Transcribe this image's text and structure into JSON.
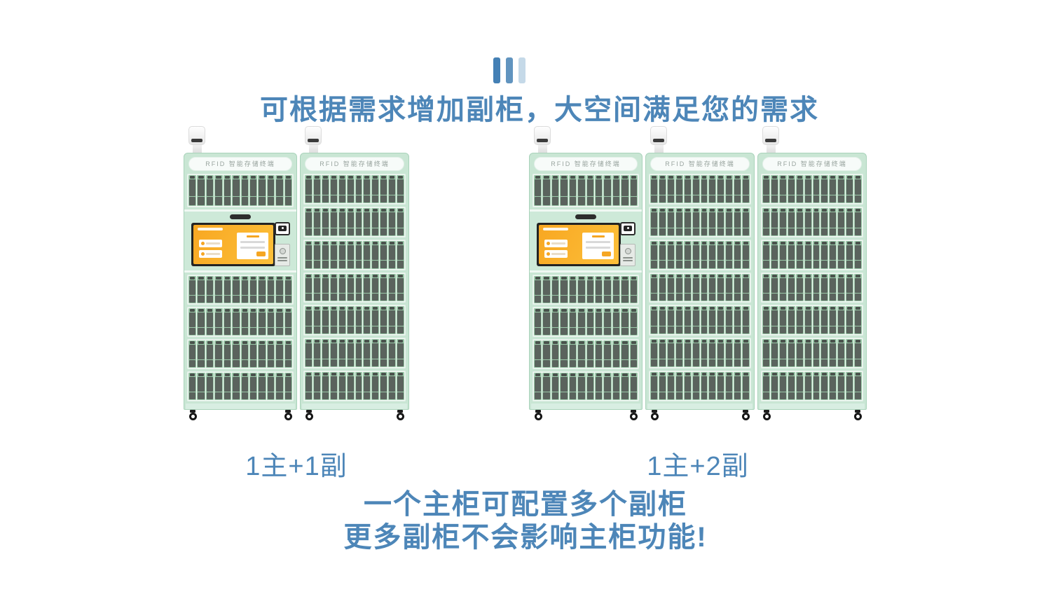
{
  "decoration": {
    "name": "three-bars",
    "colors": [
      "#4480b5",
      "#6194bf",
      "#c5d9e8"
    ]
  },
  "header": {
    "title": "可根据需求增加副柜，大空间满足您的需求",
    "color": "#4d86b8"
  },
  "cabinet": {
    "brand_label": "RFID 智能存储终端",
    "slots_per_row": 12,
    "main": {
      "rows_above_screen": 1,
      "rows_below_screen": 4
    },
    "aux": {
      "rows": 7
    },
    "colors": {
      "body": "#c9e6d4",
      "edge": "#a9d3ba",
      "row_panel": "#f2f9f4",
      "slot_frame": "#9bc8a9",
      "slot_window": "#5a635d",
      "slot_chip": "#49524c",
      "screen_bezel": "#232323",
      "screen_orange": "#f8a722",
      "screen_orange_light": "#fcc03a"
    }
  },
  "groups": [
    {
      "label": "1主+1副",
      "cabinets": [
        "main",
        "aux"
      ]
    },
    {
      "label": "1主+2副",
      "cabinets": [
        "main",
        "aux",
        "aux"
      ]
    }
  ],
  "footer": {
    "lines": [
      "一个主柜可配置多个副柜",
      "更多副柜不会影响主柜功能!"
    ],
    "color": "#4d86b8"
  }
}
